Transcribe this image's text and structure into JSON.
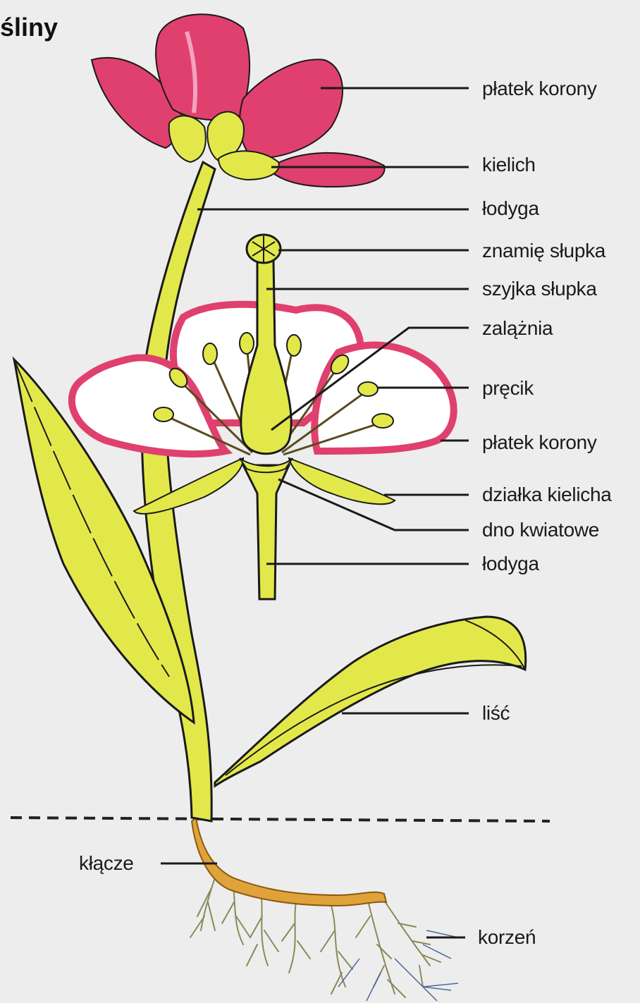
{
  "title_fragment": "śliny",
  "labels": {
    "platek_korony_1": "płatek korony",
    "kielich": "kielich",
    "lodyga_1": "łodyga",
    "znamie_slupka": "znamię słupka",
    "szyjka_slupka": "szyjka słupka",
    "zalazina": "zalążnia",
    "precik": "pręcik",
    "platek_korony_2": "płatek korony",
    "dzialka_kielicha": "działka kielicha",
    "dno_kwiatowe": "dno kwiatowe",
    "lodyga_2": "łodyga",
    "lisc": "liść",
    "klacze": "kłącze",
    "korzen": "korzeń"
  },
  "colors": {
    "background": "#ededed",
    "petal": "#e0406e",
    "petal_highlight": "#f07aa0",
    "stem": "#e2e84a",
    "rhizome": "#e0a23a",
    "outline": "#1a1a1a"
  }
}
